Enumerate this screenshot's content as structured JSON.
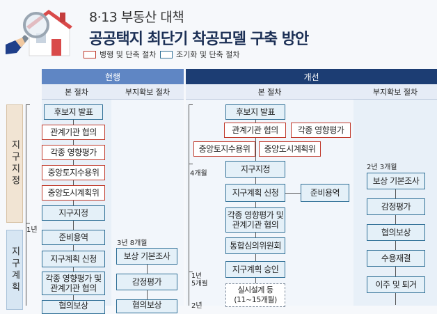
{
  "title": {
    "line1": "8·13 부동산 대책",
    "line2": "공공택지 최단기 착공모델 구축 방안"
  },
  "legend": {
    "red_label": "병행 및 단축 절차",
    "blue_label": "조기화 및 단축 절차"
  },
  "headers": {
    "current": "현행",
    "improved": "개선",
    "current_main": "본 절차",
    "current_land": "부지확보 절차",
    "improved_main": "본 절차",
    "improved_land": "부지확보 절차"
  },
  "stages": {
    "district_designation": "지구지정",
    "district_plan": "지구계획"
  },
  "current": {
    "main": [
      "후보지 발표",
      "관계기관 협의",
      "각종 영향평가",
      "중앙토지수용위",
      "중앙도시계획위",
      "지구지정",
      "준비용역",
      "지구계획 신청",
      "각종 영향평가 및\n관계기관 협의",
      "협의보상"
    ],
    "land": [
      "보상 기본조사",
      "감정평가",
      "협의보상"
    ],
    "time_1y": "1년",
    "time_land": "3년 8개월"
  },
  "improved": {
    "candidate": "후보지 발표",
    "consult": "관계기관 협의",
    "impact": "각종 영향평가",
    "cen_land": "중앙토지수용위",
    "cen_city": "중앙도시계획위",
    "designation": "지구지정",
    "plan_apply": "지구계획 신청",
    "prep": "준비용역",
    "impact_consult": "각종 영향평가 및\n관계기관 협의",
    "integrated": "통합심의위원회",
    "approval": "지구계획 승인",
    "design": "실시설계 등\n(11~15개월)",
    "land": [
      "보상 기본조사",
      "감정평가",
      "협의보상",
      "수용재결",
      "이주 및 퇴거"
    ],
    "time_4m": "4개월",
    "time_1y5m": "1년\n5개월",
    "time_2y": "2년",
    "time_land": "2년 3개월"
  },
  "colors": {
    "red": "#c0392b",
    "blue": "#2f6f96",
    "header_current": "#5f86c4",
    "header_improved": "#1c3d73",
    "stage_beige": "#f1e4d3",
    "stage_blue": "#d7e6f3"
  }
}
